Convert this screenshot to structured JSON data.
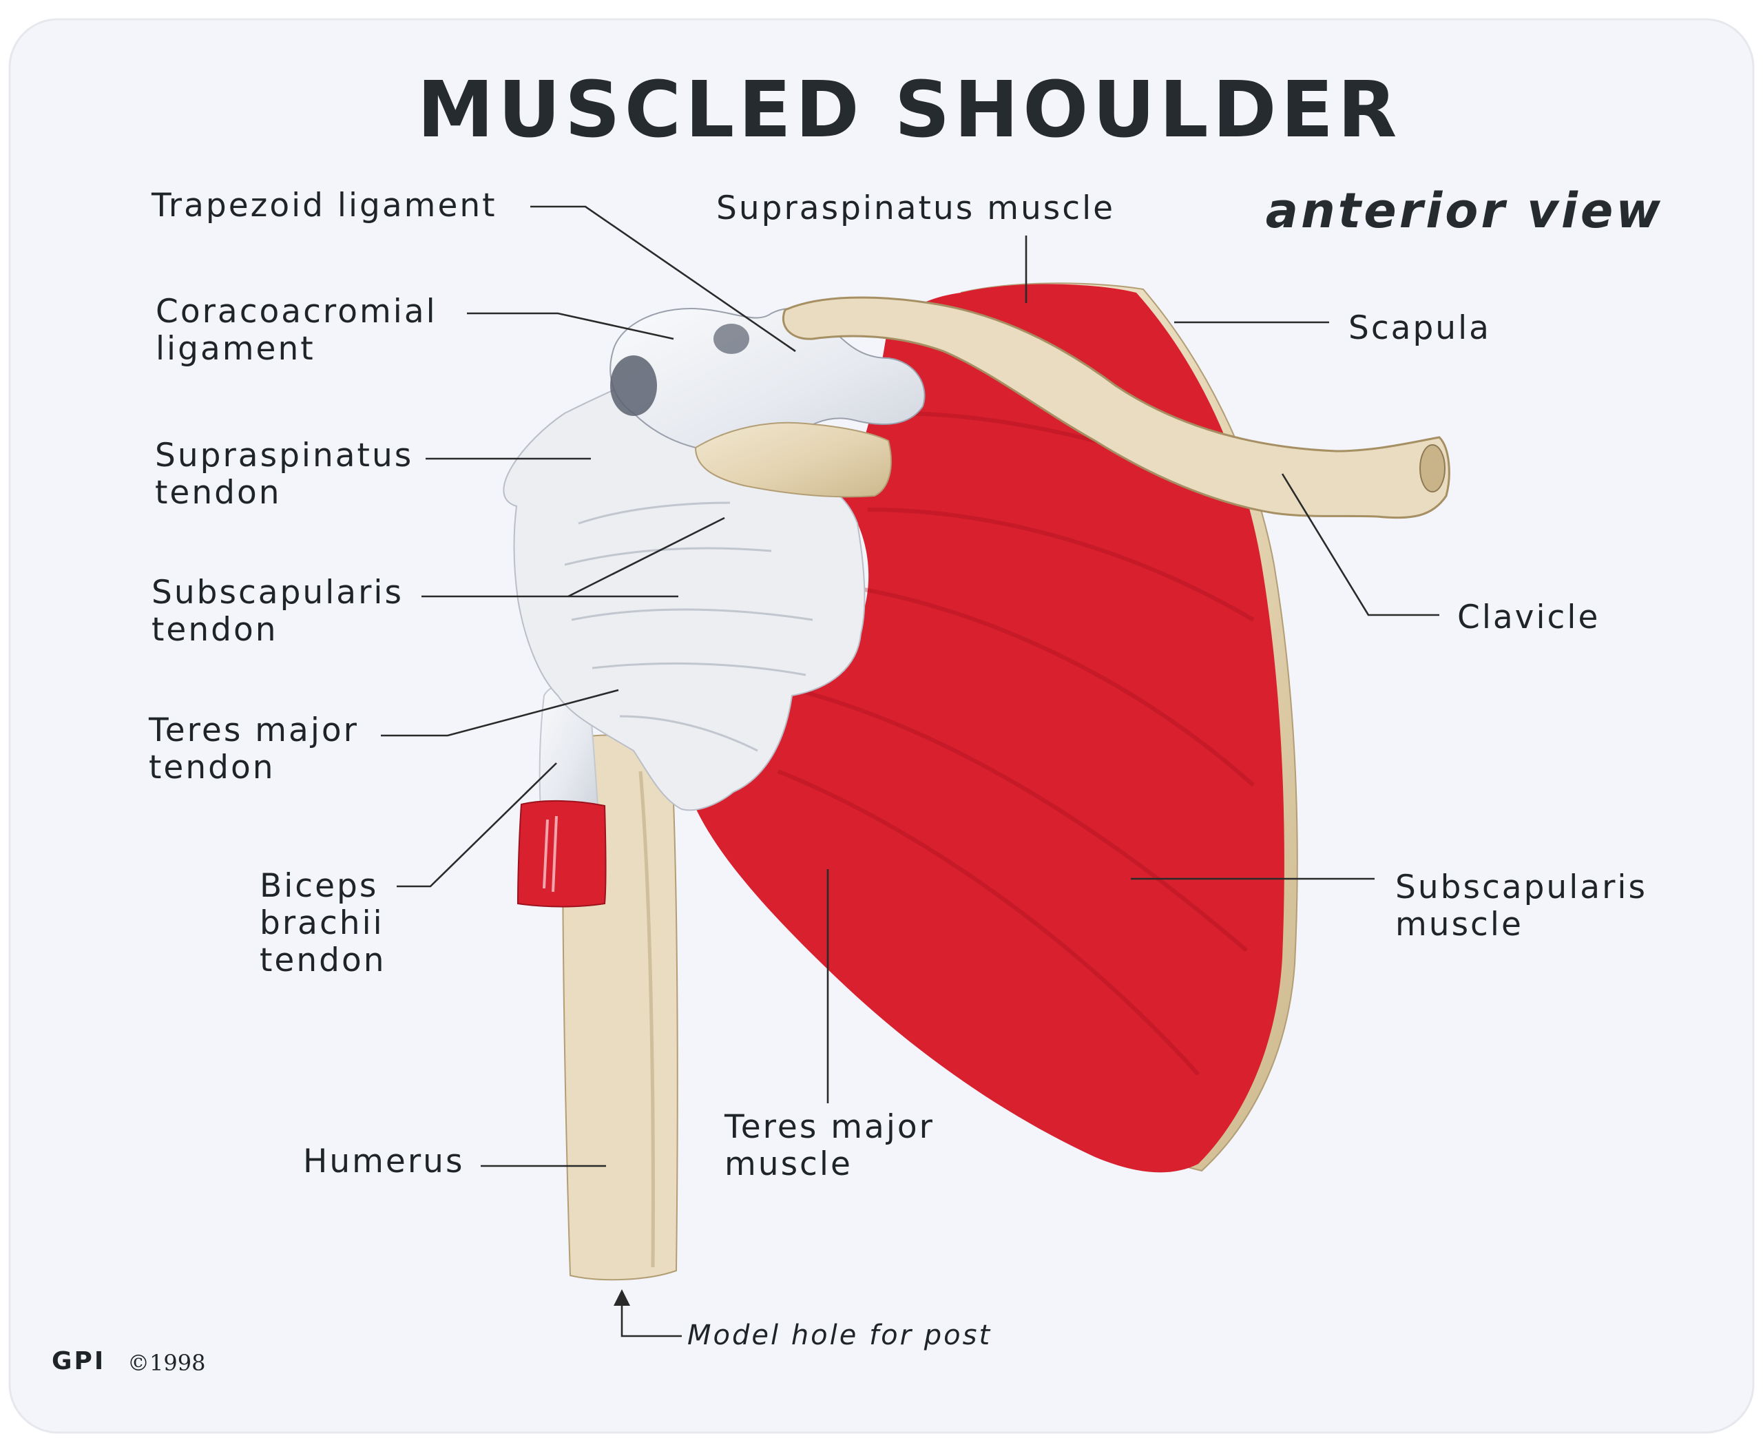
{
  "title": "MUSCLED SHOULDER",
  "subtitle": "anterior view",
  "labels": {
    "trapezoid_ligament": "Trapezoid ligament",
    "supraspinatus_muscle": "Supraspinatus muscle",
    "coracoacromial_ligament": [
      "Coracoacromial",
      "ligament"
    ],
    "scapula": "Scapula",
    "supraspinatus_tendon": [
      "Supraspinatus",
      "tendon"
    ],
    "subscapularis_tendon": [
      "Subscapularis",
      "tendon"
    ],
    "clavicle": "Clavicle",
    "teres_major_tendon": [
      "Teres major",
      "tendon"
    ],
    "biceps_brachii_tendon": [
      "Biceps",
      "brachii",
      "tendon"
    ],
    "subscapularis_muscle": [
      "Subscapularis",
      "muscle"
    ],
    "humerus": "Humerus",
    "teres_major_muscle": [
      "Teres major",
      "muscle"
    ]
  },
  "footer": {
    "note": "Model hole for post",
    "brand": "GPI",
    "copyright": "©1998"
  },
  "colors": {
    "muscle": "#d8202e",
    "bone": "#e9dcc0",
    "tendon": "#eceef2",
    "card_background": "#f3f5fa"
  }
}
